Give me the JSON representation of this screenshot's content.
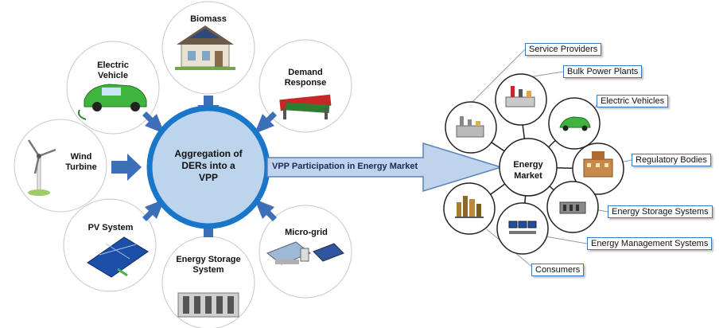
{
  "hub": {
    "label_lines": [
      "Aggregation of",
      "DERs into a",
      "VPP"
    ]
  },
  "ders": [
    {
      "id": "biomass",
      "label": "Biomass",
      "icon": "house-solar-icon"
    },
    {
      "id": "demand-response",
      "label": "Demand Response",
      "icon": "demand-supply-sign-icon"
    },
    {
      "id": "micro-grid",
      "label": "Micro-grid",
      "icon": "microgrid-plant-icon"
    },
    {
      "id": "energy-storage",
      "label": "Energy Storage System",
      "icon": "battery-container-icon"
    },
    {
      "id": "pv-system",
      "label": "PV System",
      "icon": "solar-panel-icon"
    },
    {
      "id": "wind-turbine",
      "label": "Wind Turbine",
      "icon": "wind-turbine-icon"
    },
    {
      "id": "electric-vehicle",
      "label": "Electric Vehicle",
      "icon": "green-car-icon"
    }
  ],
  "flow_arrow": {
    "label": "VPP Participation in Energy Market"
  },
  "market": {
    "label_lines": [
      "Energy",
      "Market"
    ],
    "participants": [
      {
        "id": "service-providers",
        "label": "Service Providers",
        "icon": "factory-icon"
      },
      {
        "id": "bulk-power-plants",
        "label": "Bulk Power Plants",
        "icon": "power-plant-icon"
      },
      {
        "id": "electric-vehicles",
        "label": "Electric Vehicles",
        "icon": "green-car-icon"
      },
      {
        "id": "regulatory-bodies",
        "label": "Regulatory Bodies",
        "icon": "office-building-icon"
      },
      {
        "id": "energy-storage-systems",
        "label": "Energy Storage Systems",
        "icon": "storage-unit-icon"
      },
      {
        "id": "energy-management-systems",
        "label": "Energy Management Systems",
        "icon": "control-room-icon"
      },
      {
        "id": "consumers",
        "label": "Consumers",
        "icon": "city-skyline-icon"
      }
    ]
  },
  "colors": {
    "hub_fill": "#bcd4ec",
    "hub_border": "#1976c9",
    "arrow_fill": "#3c6fb8",
    "flow_arrow_fill": "#c0d3ec",
    "flow_arrow_border": "#5a82b8",
    "box_border": "#3a78c0",
    "circle_border": "#c8c8c8",
    "market_border": "#222222"
  }
}
